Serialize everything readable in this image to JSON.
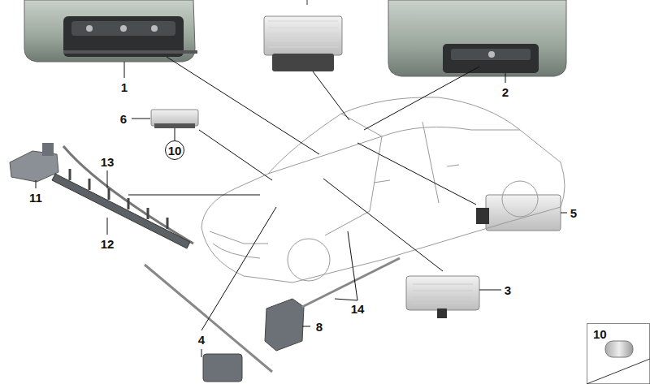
{
  "diagram": {
    "nodes": [
      {
        "text": [
          "10"
        ]
      },
      {
        "text": [
          "10"
        ]
      }
    ],
    "labels": [
      "1",
      "2",
      "6",
      "13",
      "11",
      "12",
      "5",
      "3",
      "8",
      "14",
      "4"
    ]
  }
}
